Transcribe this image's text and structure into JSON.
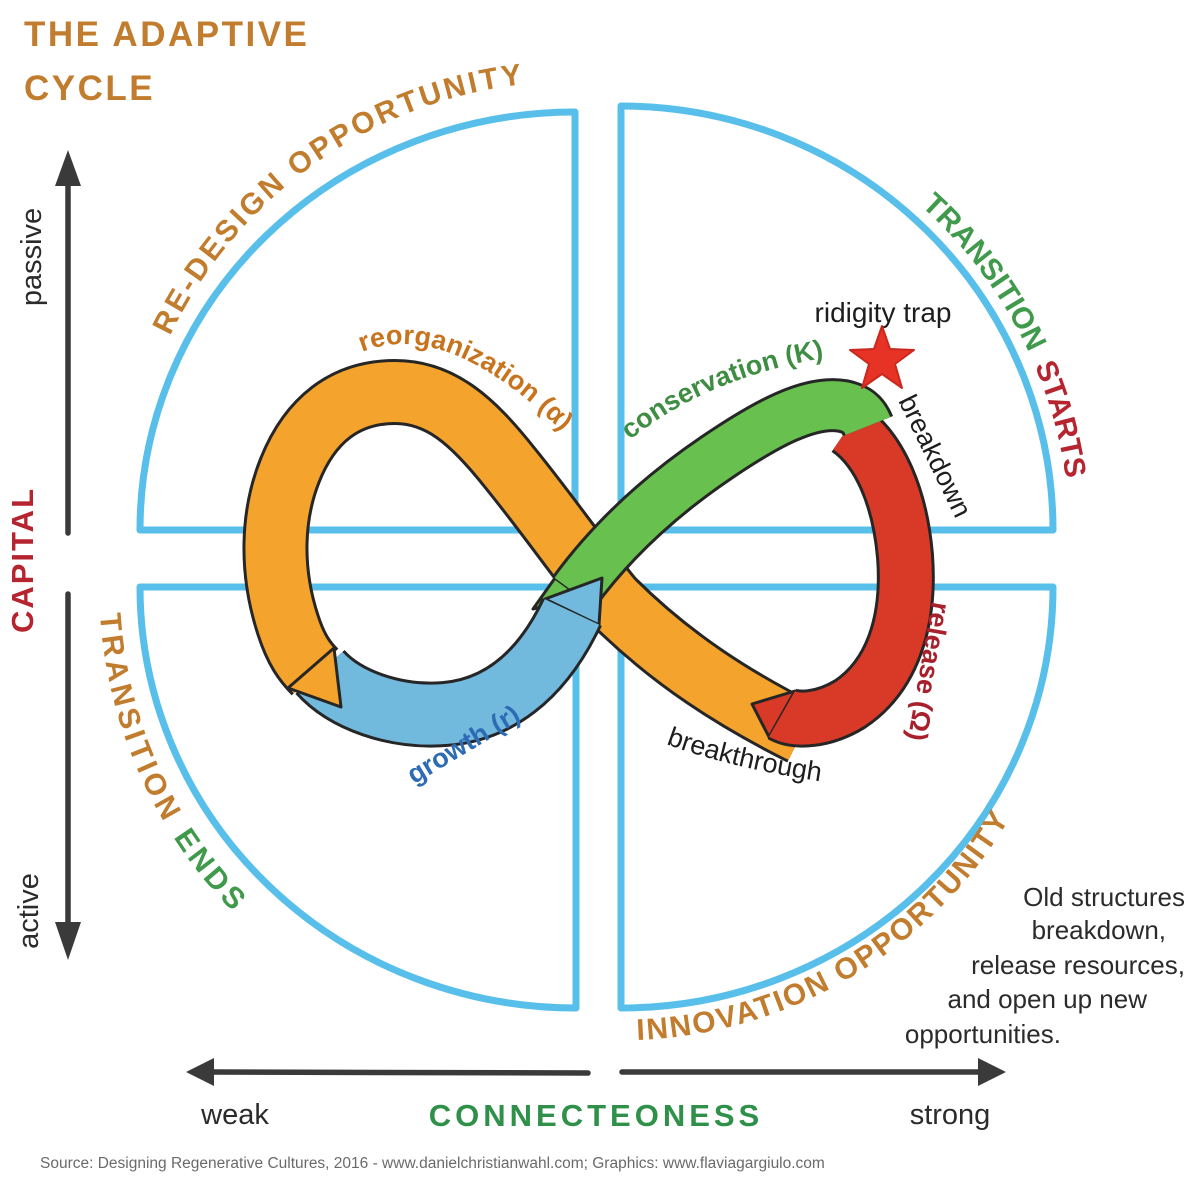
{
  "title": {
    "line1": "THE ADAPTIVE",
    "line2": "CYCLE"
  },
  "quadrant_labels": {
    "redesign": "RE-DESIGN OPPORTUNITY",
    "transition_starts_word1": "TRANSITION",
    "transition_starts_word2": "STARTS",
    "transition_ends_word1": "TRANSITION",
    "transition_ends_word2": "ENDS",
    "innovation": "INNOVATION OPPORTUNITY"
  },
  "phases": {
    "reorganization": "reorganization (α)",
    "conservation": "conservation (K)",
    "growth": "growth (r)",
    "release": "release (Ω)"
  },
  "annotations": {
    "rigidity_trap": "ridigity trap",
    "breakdown": "breakdown",
    "breakthrough": "breakthrough",
    "note_lines": [
      "Old structures",
      "breakdown,",
      "release resources,",
      "and open up new",
      "opportunities."
    ]
  },
  "axes": {
    "y_title": "CAPITAL",
    "y_top": "passive",
    "y_bottom": "active",
    "x_title": "CONNECTEONESS",
    "x_left": "weak",
    "x_right": "strong"
  },
  "source": "Source: Designing Regenerative Cultures, 2016 - www.danielchristianwahl.com; Graphics: www.flaviagargiulo.com",
  "colors": {
    "arc_blue": "#58bfea",
    "ribbon_orange": "#f4a42c",
    "ribbon_blue": "#72b9de",
    "ribbon_green": "#68c14e",
    "ribbon_red": "#d93a28",
    "outline_black": "#262626",
    "label_orange": "#c17c2d",
    "label_green": "#3f9a4b",
    "label_red": "#b5242f",
    "growth_text_blue": "#2d6cb5",
    "star_red": "#e63326",
    "source_gray": "#6a6a6a"
  }
}
